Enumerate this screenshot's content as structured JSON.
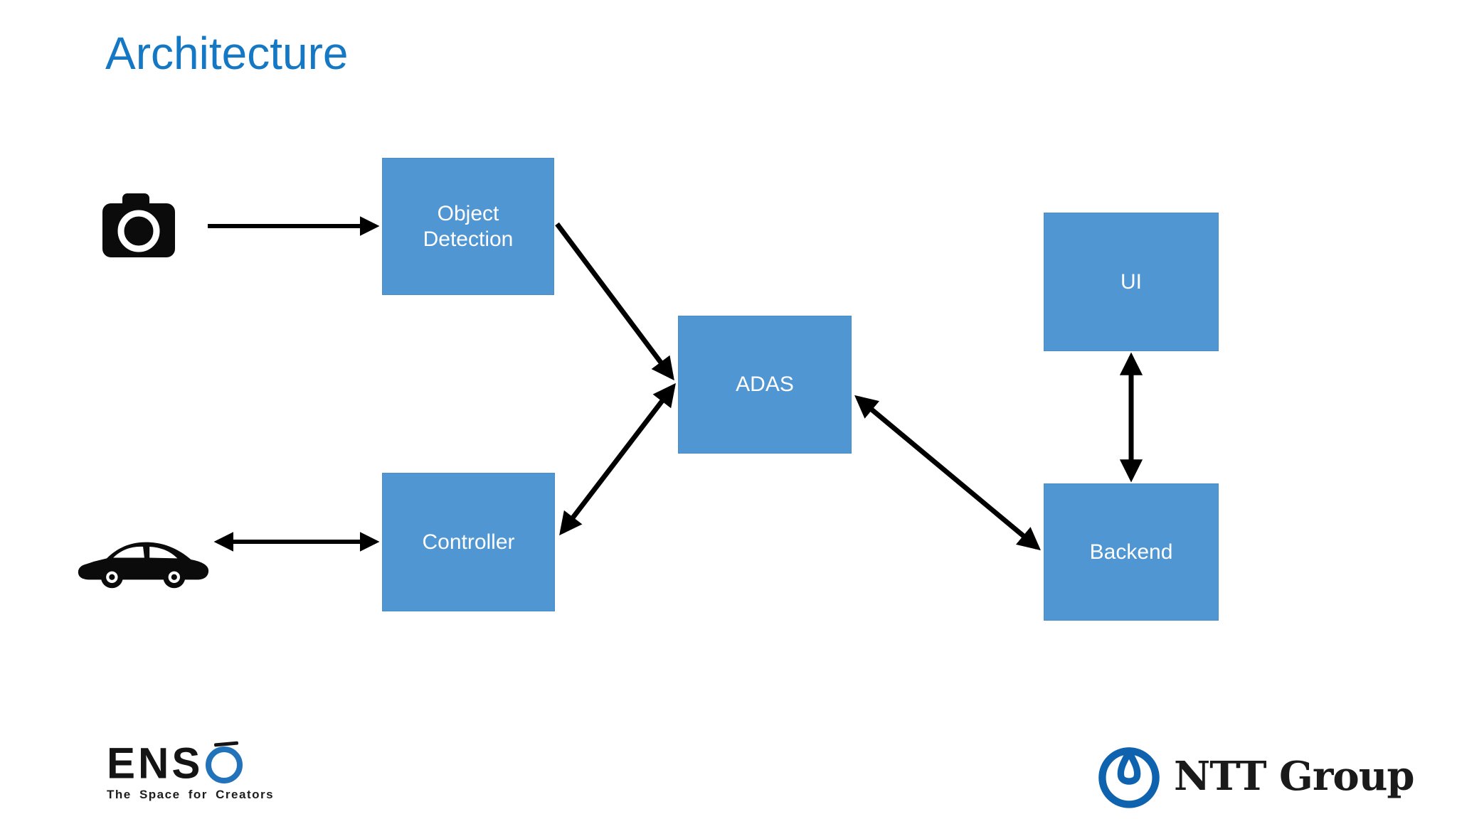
{
  "slide": {
    "title": "Architecture"
  },
  "diagram": {
    "nodes": [
      {
        "id": "object-detection",
        "label": "Object Detection"
      },
      {
        "id": "adas",
        "label": "ADAS"
      },
      {
        "id": "controller",
        "label": "Controller"
      },
      {
        "id": "ui",
        "label": "UI"
      },
      {
        "id": "backend",
        "label": "Backend"
      }
    ],
    "icons": [
      {
        "name": "camera-icon",
        "meaning": "camera input source"
      },
      {
        "name": "car-icon",
        "meaning": "vehicle"
      }
    ],
    "edges": [
      {
        "from": "camera",
        "to": "object-detection",
        "bidirectional": false
      },
      {
        "from": "object-detection",
        "to": "adas",
        "bidirectional": false
      },
      {
        "from": "car",
        "to": "controller",
        "bidirectional": true
      },
      {
        "from": "controller",
        "to": "adas",
        "bidirectional": true
      },
      {
        "from": "adas",
        "to": "backend",
        "bidirectional": true
      },
      {
        "from": "ui",
        "to": "backend",
        "bidirectional": true
      }
    ],
    "colors": {
      "node_fill": "#4F96D2",
      "node_text": "#FFFFFF",
      "arrow": "#000000",
      "title": "#1478C4"
    }
  },
  "footer": {
    "enso": {
      "wordmark": "ENS",
      "tagline": "The Space for Creators",
      "circle_color": "#2273B9"
    },
    "ntt": {
      "label": "NTT Group",
      "logo_color": "#0F63AE"
    }
  }
}
